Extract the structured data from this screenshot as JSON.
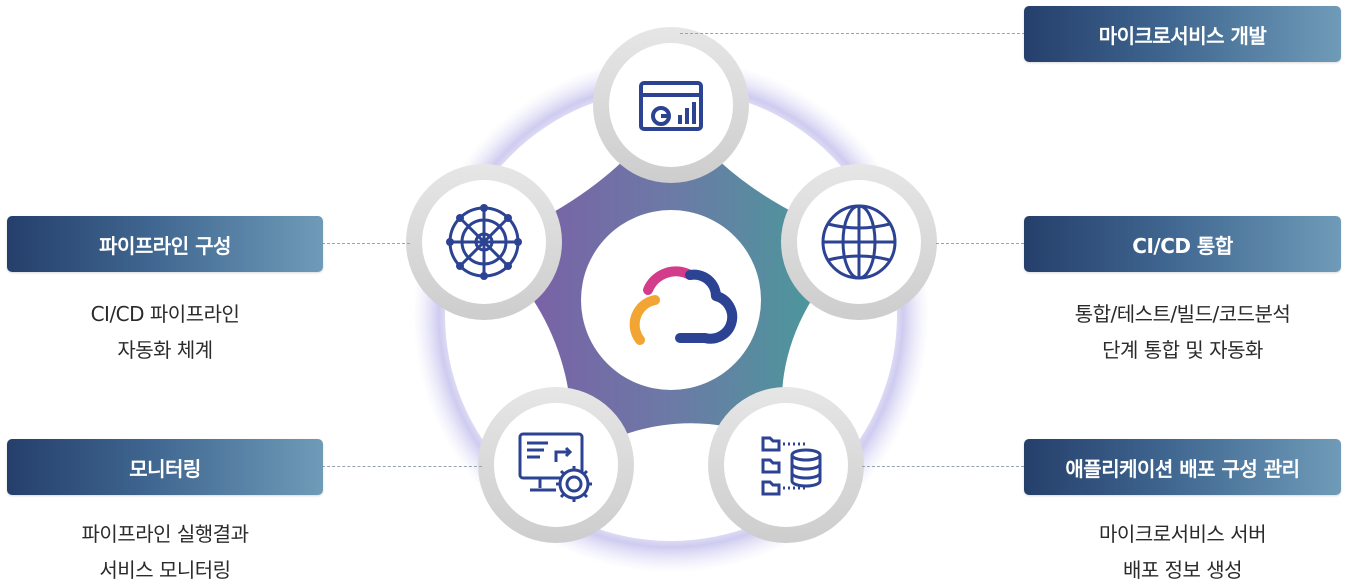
{
  "labels": {
    "top_right": "마이크로서비스 개발",
    "left_upper": "파이프라인 구성",
    "right_upper": "CI/CD 통합",
    "left_lower": "모니터링",
    "right_lower": "애플리케이션 배포 구성 관리"
  },
  "descriptions": {
    "left_upper": {
      "line1": "CI/CD 파이프라인",
      "line2": "자동화 체계"
    },
    "right_upper": {
      "line1": "통합/테스트/빌드/코드분석",
      "line2": "단계 통합 및 자동화"
    },
    "left_lower": {
      "line1": "파이프라인 실행결과",
      "line2": "서비스 모니터링"
    },
    "right_lower": {
      "line1": "마이크로서비스 서버",
      "line2": "배포 정보 생성"
    }
  },
  "nodes": [
    {
      "id": "top",
      "icon": "dashboard-chart-icon"
    },
    {
      "id": "upper-left",
      "icon": "network-wheel-icon"
    },
    {
      "id": "upper-right",
      "icon": "globe-icon"
    },
    {
      "id": "lower-left",
      "icon": "monitor-gear-icon"
    },
    {
      "id": "lower-right",
      "icon": "folders-database-icon"
    }
  ],
  "center": {
    "icon": "cloud-logo-icon"
  },
  "colors": {
    "label_dark": "#253f6b",
    "label_light": "#6f9bb8",
    "star_left": "#7a5fa6",
    "star_right": "#4e9896",
    "icon_navy": "#2c4394",
    "logo_orange": "#f3a533",
    "logo_pink": "#d23c8a"
  }
}
